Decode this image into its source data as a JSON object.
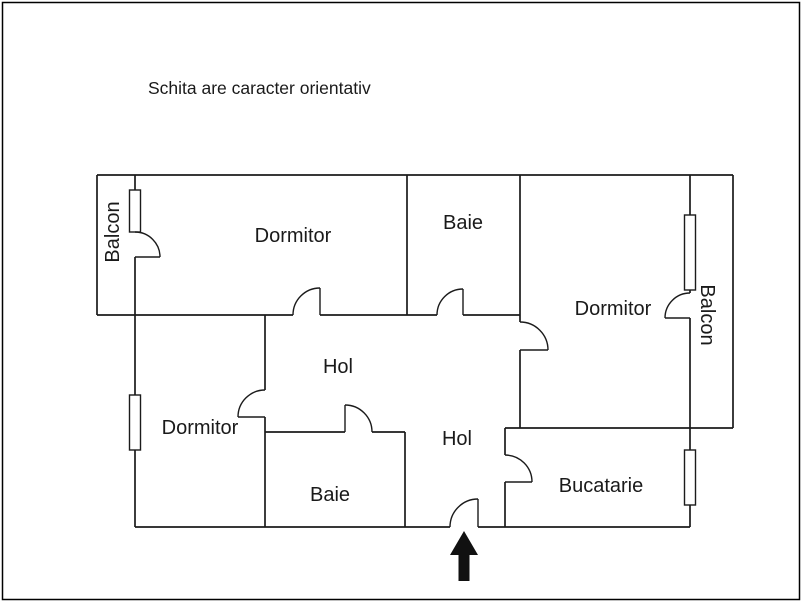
{
  "disclaimer": "Schita are caracter orientativ",
  "rooms": {
    "balcon_left": "Balcon",
    "dormitor_top": "Dormitor",
    "baie_top": "Baie",
    "dormitor_right": "Dormitor",
    "balcon_right": "Balcon",
    "hol_center": "Hol",
    "dormitor_left": "Dormitor",
    "baie_bottom": "Baie",
    "hol_bottom": "Hol",
    "bucatarie": "Bucatarie"
  }
}
